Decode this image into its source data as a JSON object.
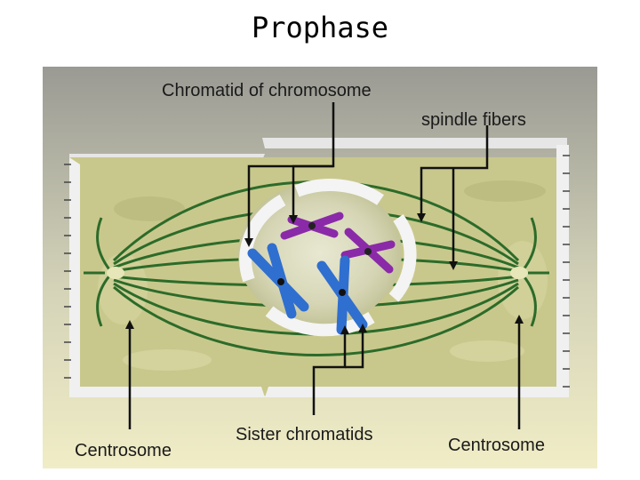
{
  "slide": {
    "title": "Prophase"
  },
  "diagram": {
    "labels": {
      "chromatid": "Chromatid of chromosome",
      "spindle": "spindle fibers",
      "centrosome_left": "Centrosome",
      "sister": "Sister chromatids",
      "centrosome_right": "Centrosome"
    },
    "colors": {
      "cell_fill": "#c9c88c",
      "spindle": "#2c6b2a",
      "chromosome_blue": "#2f6fd0",
      "chromosome_purple": "#8a2aa8",
      "membrane": "#f4f4f4",
      "background_top": "#9a9a94",
      "background_bottom": "#f0edc6"
    }
  }
}
